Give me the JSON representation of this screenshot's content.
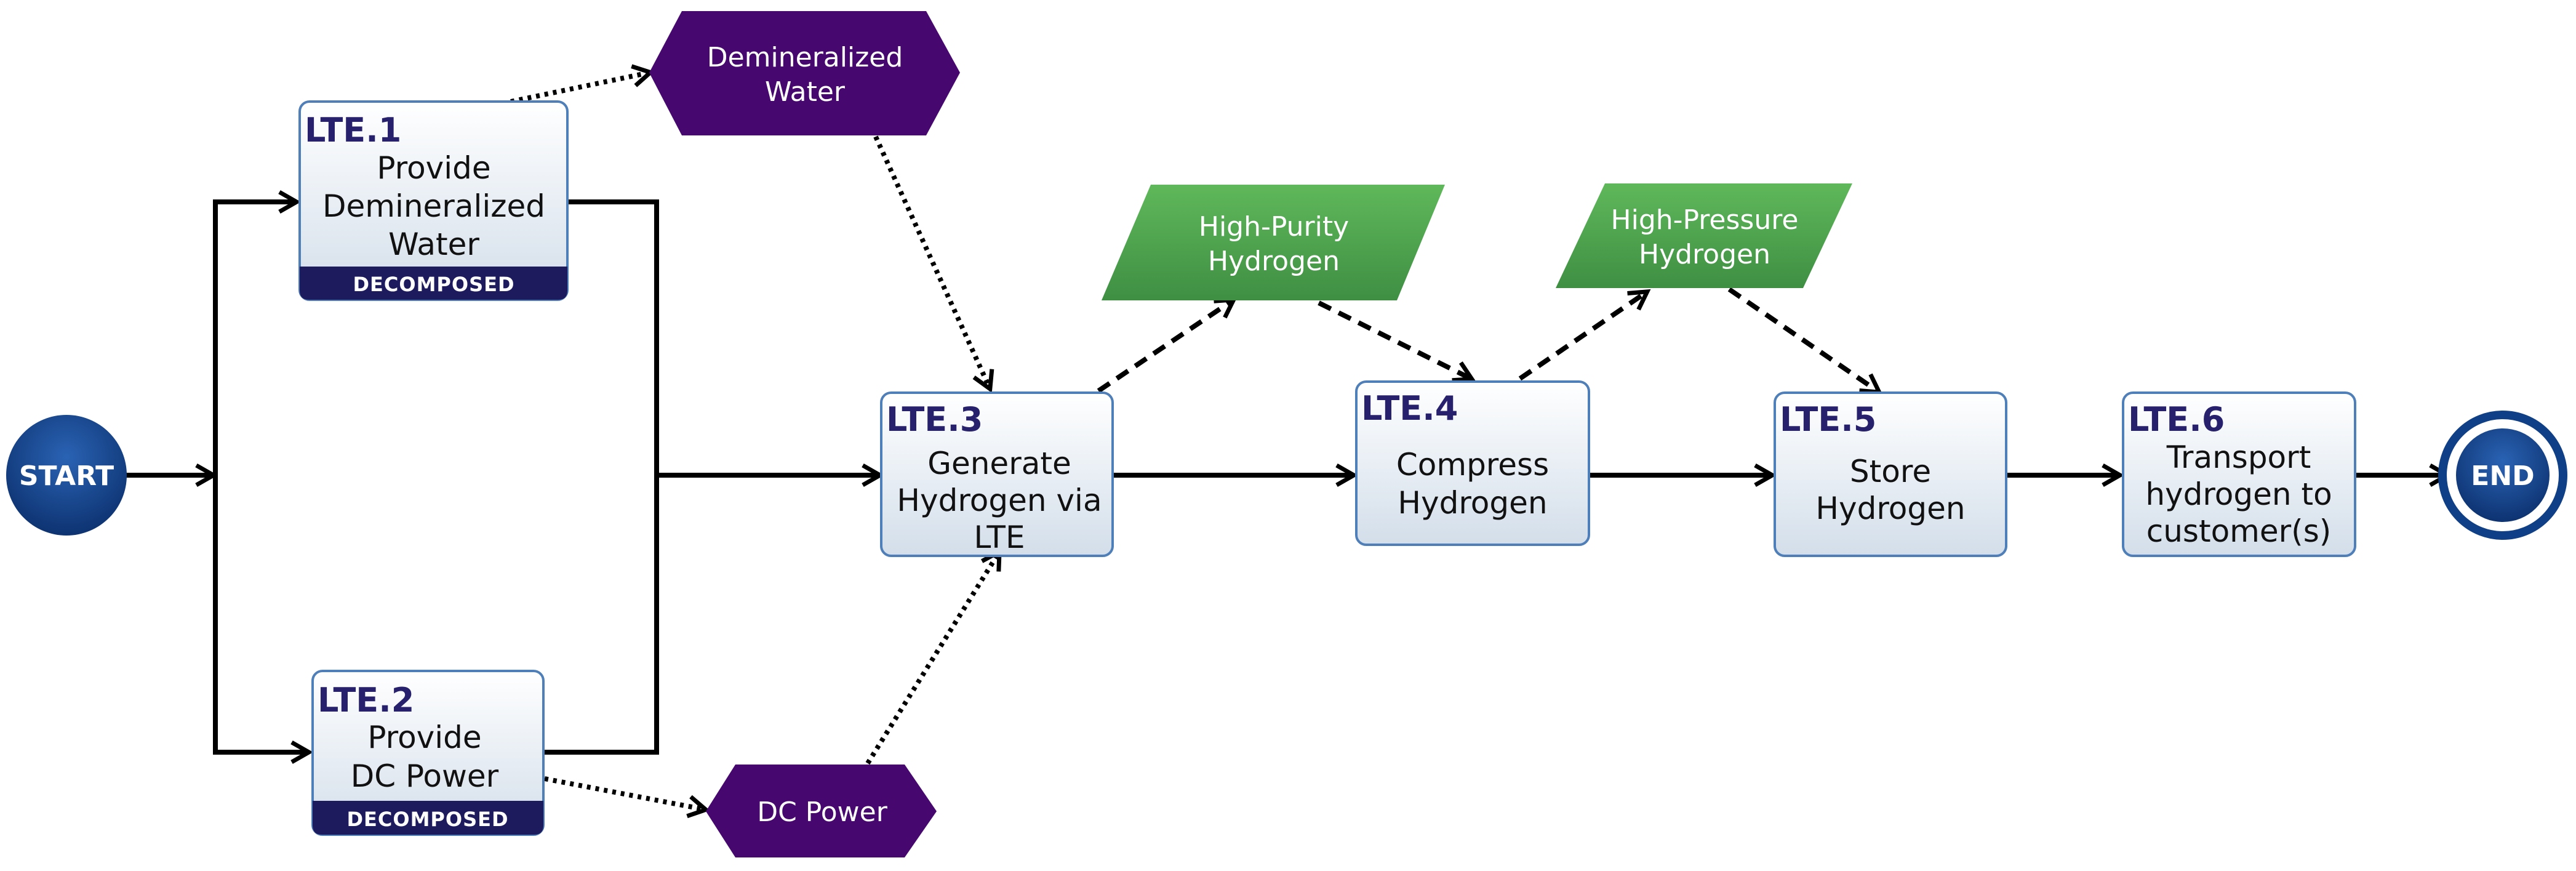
{
  "terminals": {
    "start": "START",
    "end": "END"
  },
  "functions": [
    {
      "id": "LTE.1",
      "label": [
        "Provide",
        "Demineralized",
        "Water"
      ],
      "badge": "DECOMPOSED"
    },
    {
      "id": "LTE.2",
      "label": [
        "Provide",
        "DC Power"
      ],
      "badge": "DECOMPOSED"
    },
    {
      "id": "LTE.3",
      "label": [
        "Generate",
        "Hydrogen via",
        "LTE"
      ]
    },
    {
      "id": "LTE.4",
      "label": [
        "Compress",
        "Hydrogen"
      ]
    },
    {
      "id": "LTE.5",
      "label": [
        "Store",
        "Hydrogen"
      ]
    },
    {
      "id": "LTE.6",
      "label": [
        "Transport",
        "hydrogen to",
        "customer(s)"
      ]
    }
  ],
  "resources": [
    {
      "label": [
        "Demineralized",
        "Water"
      ]
    },
    {
      "label": [
        "DC Power"
      ]
    }
  ],
  "products": [
    {
      "label": [
        "High-Purity",
        "Hydrogen"
      ]
    },
    {
      "label": [
        "High-Pressure",
        "Hydrogen"
      ]
    }
  ],
  "colors": {
    "function_border": "#4f7fb8",
    "function_fill_top": "#ffffff",
    "function_fill_bottom": "#d3deea",
    "function_id": "#27216d",
    "badge": "#1d1a5e",
    "resource": "#46086f",
    "product_top": "#5fb85a",
    "product_bottom": "#3f8f43",
    "terminal": "#0f3f86",
    "flow_line": "#000000"
  }
}
